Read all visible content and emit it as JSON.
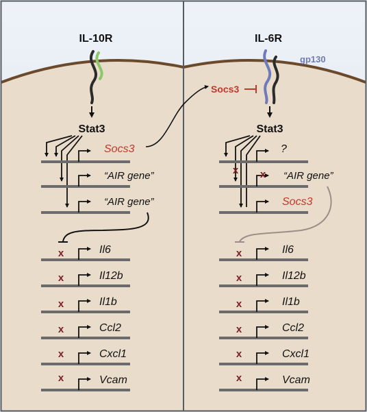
{
  "colors": {
    "extracellular": "#dfe6f2",
    "cytoplasm": "#e9dccb",
    "membrane": "#6b4a2c",
    "frame": "#555b66",
    "dna": "#6b6b6b",
    "arrow": "#111111",
    "socs3": "#c0392b",
    "il10r_subunit": "#8cc86a",
    "gp130": "#6f7ab8",
    "block_x": "#7a1f24",
    "faded_arrow": "#9a8f87"
  },
  "left": {
    "receptor": "IL-10R",
    "stat": "Stat3",
    "genes_top": [
      {
        "name": "Socs3",
        "highlight": true
      },
      {
        "name": "“AIR gene”",
        "highlight": false
      },
      {
        "name": "“AIR gene”",
        "highlight": false
      }
    ],
    "targets": [
      "Il6",
      "Il12b",
      "Il1b",
      "Ccl2",
      "Cxcl1",
      "Vcam"
    ]
  },
  "right": {
    "receptor": "IL-6R",
    "coreceptor": "gp130",
    "inhibitor": "Socs3",
    "stat": "Stat3",
    "genes_top": [
      {
        "name": "?",
        "highlight": false
      },
      {
        "name": "“AIR gene”",
        "highlight": false
      },
      {
        "name": "Socs3",
        "highlight": true
      }
    ],
    "targets": [
      "Il6",
      "Il12b",
      "Il1b",
      "Ccl2",
      "Cxcl1",
      "Vcam"
    ]
  },
  "block_mark": "x"
}
